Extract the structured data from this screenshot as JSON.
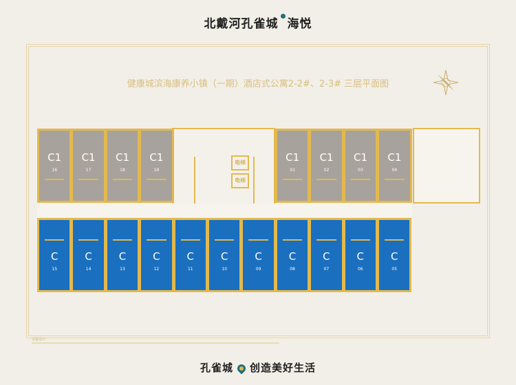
{
  "header": {
    "logo_left": "北戴河孔雀城",
    "logo_right": "海悦"
  },
  "plan": {
    "title": "健康城滨海康养小镇（一期）酒店式公寓2-2#、2-3# 三层平面图",
    "elevator_label": "电梯",
    "note_label": "温馨提示：",
    "top_units": [
      {
        "type": "C1",
        "no": "16"
      },
      {
        "type": "C1",
        "no": "17"
      },
      {
        "type": "C1",
        "no": "18"
      },
      {
        "type": "C1",
        "no": "19"
      },
      {
        "type": "C1",
        "no": "01"
      },
      {
        "type": "C1",
        "no": "02"
      },
      {
        "type": "C1",
        "no": "03"
      },
      {
        "type": "C1",
        "no": "04"
      }
    ],
    "bottom_units": [
      {
        "type": "C",
        "no": "15"
      },
      {
        "type": "C",
        "no": "14"
      },
      {
        "type": "C",
        "no": "13"
      },
      {
        "type": "C",
        "no": "12"
      },
      {
        "type": "C",
        "no": "11"
      },
      {
        "type": "C",
        "no": "10"
      },
      {
        "type": "C",
        "no": "09"
      },
      {
        "type": "C",
        "no": "08"
      },
      {
        "type": "C",
        "no": "07"
      },
      {
        "type": "C",
        "no": "06"
      },
      {
        "type": "C",
        "no": "05"
      }
    ],
    "colors": {
      "c1": "#a8a29c",
      "c": "#1b6fbf",
      "wall": "#e3b94e"
    }
  },
  "footer": {
    "brand": "孔雀城",
    "slogan": "创造美好生活"
  }
}
